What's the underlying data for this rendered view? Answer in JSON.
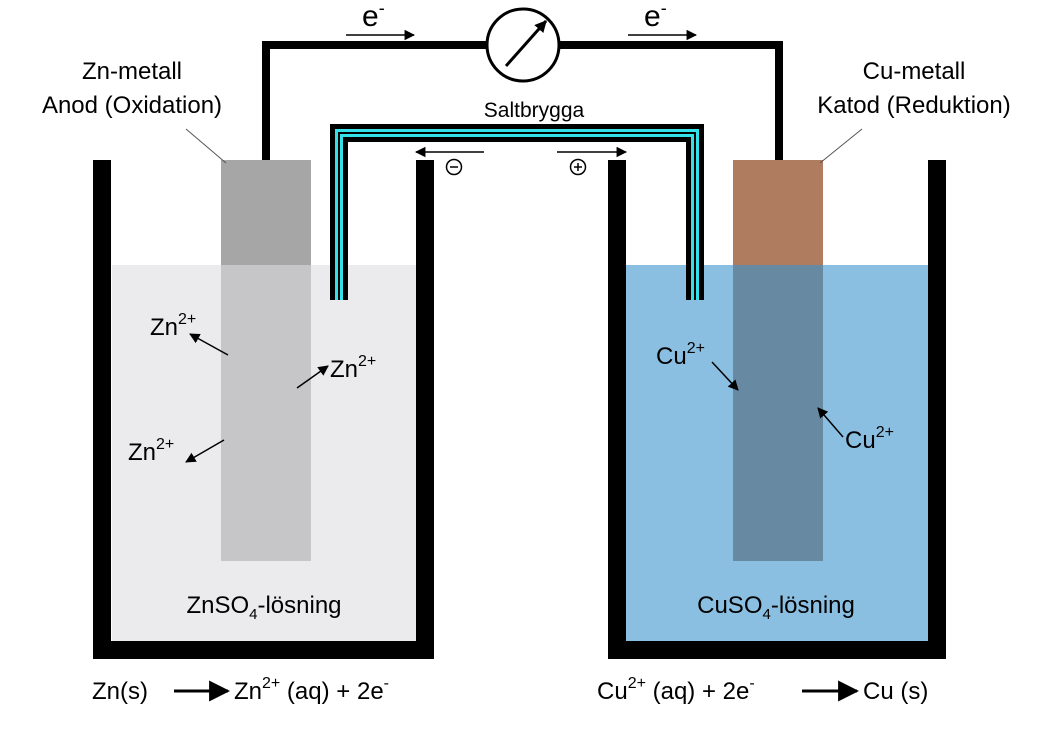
{
  "wire": {
    "electron_left": "e",
    "electron_right": "e",
    "electron_sup": "-"
  },
  "salt_bridge": {
    "label": "Saltbrygga",
    "minus_sign": "−",
    "plus_sign": "+"
  },
  "anode": {
    "metal": "Zn-metall",
    "role": "Anod (Oxidation)",
    "ion_base": "Zn",
    "ion_charge": "2+",
    "solution_base": "ZnSO",
    "solution_sub": "4",
    "solution_suffix": "-lösning",
    "reaction": {
      "left": "Zn(s)",
      "ion": "Zn",
      "ion_charge": "2+",
      "right_rest": " (aq) + 2e",
      "e_sup": "-"
    }
  },
  "cathode": {
    "metal": "Cu-metall",
    "role": "Katod (Reduktion)",
    "ion_base": "Cu",
    "ion_charge": "2+",
    "solution_base": "CuSO",
    "solution_sub": "4",
    "solution_suffix": "-lösning",
    "reaction": {
      "ion": "Cu",
      "ion_charge": "2+",
      "left_rest": " (aq) + 2e",
      "e_sup": "-",
      "right": "Cu (s)"
    }
  },
  "colors": {
    "zn_solution": "#ebebed",
    "cu_solution": "#8bbfe1",
    "zn_electrode_top": "#a6a6a6",
    "zn_electrode_submerged": "#c6c6c8",
    "cu_electrode_top": "#b07c60",
    "cu_electrode_submerged": "#6789a2",
    "salt_bridge_fill": "#33e1e8",
    "outline": "#000000"
  }
}
